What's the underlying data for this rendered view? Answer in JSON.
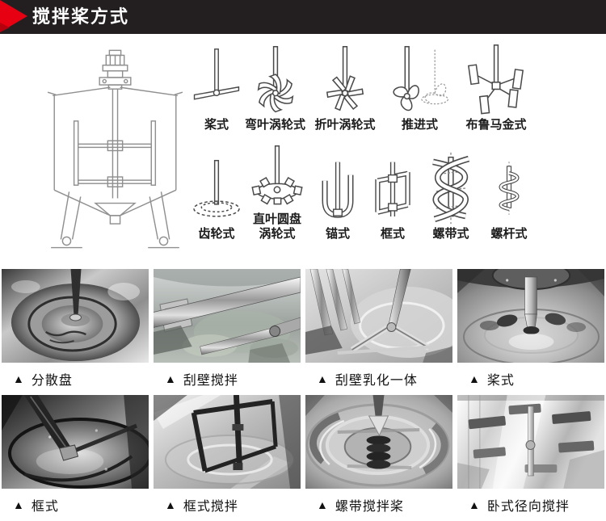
{
  "header": {
    "title": "搅拌桨方式",
    "bg_color": "#231f20",
    "accent_color": "#e60012",
    "text_color": "#ffffff"
  },
  "diagram": {
    "tank": {
      "name": "搅拌罐结构示意图"
    },
    "row1": [
      {
        "label": "桨式",
        "icon": "paddle-icon"
      },
      {
        "label": "弯叶涡轮式",
        "icon": "curved-blade-turbine-icon"
      },
      {
        "label": "折叶涡轮式",
        "icon": "folded-blade-turbine-icon"
      },
      {
        "label": "推进式",
        "icon": "propeller-icon"
      },
      {
        "label": "布鲁马金式",
        "icon": "brumagin-icon"
      }
    ],
    "row2": [
      {
        "label": "齿轮式",
        "icon": "gear-disc-icon"
      },
      {
        "label": "直叶圆盘涡轮式",
        "icon": "straight-blade-disc-turbine-icon"
      },
      {
        "label": "锚式",
        "icon": "anchor-icon"
      },
      {
        "label": "框式",
        "icon": "frame-icon"
      },
      {
        "label": "螺带式",
        "icon": "helical-ribbon-icon"
      },
      {
        "label": "螺杆式",
        "icon": "screw-icon"
      }
    ]
  },
  "photos": {
    "marker": "▲",
    "row1": [
      {
        "label": "分散盘"
      },
      {
        "label": "刮壁搅拌"
      },
      {
        "label": "刮壁乳化一体"
      },
      {
        "label": "桨式"
      }
    ],
    "row2": [
      {
        "label": "框式"
      },
      {
        "label": "框式搅拌"
      },
      {
        "label": "螺带搅拌桨"
      },
      {
        "label": "卧式径向搅拌"
      }
    ]
  }
}
